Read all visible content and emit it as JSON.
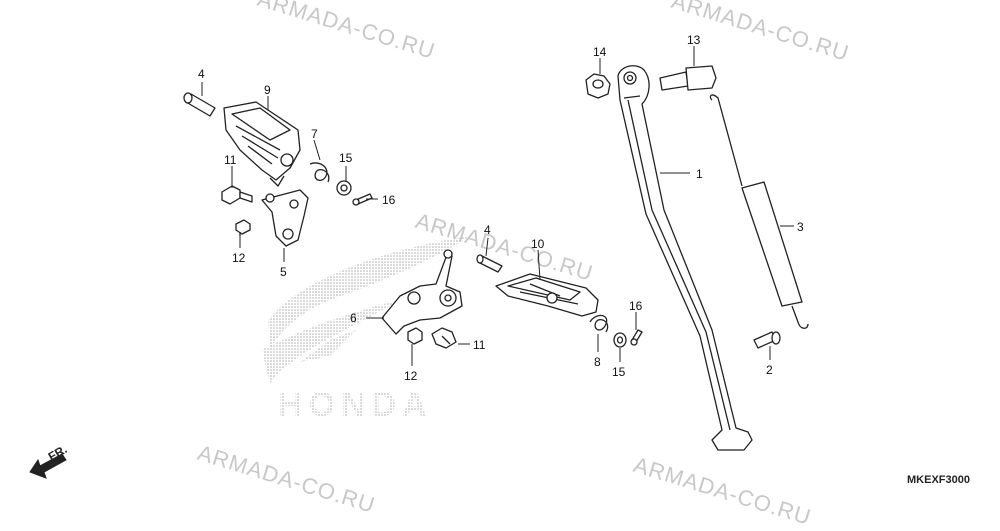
{
  "watermarks": [
    "ARMADA-CO.RU",
    "ARMADA-CO.RU",
    "ARMADA-CO.RU",
    "ARMADA-CO.RU",
    "ARMADA-CO.RU"
  ],
  "logo_text": "HONDA",
  "direction_label": "FR.",
  "diagram_code": "MKEXF3000",
  "callouts": [
    "4",
    "9",
    "7",
    "11",
    "15",
    "16",
    "12",
    "5",
    "4",
    "10",
    "6",
    "11",
    "12",
    "16",
    "8",
    "15",
    "14",
    "13",
    "1",
    "3",
    "2"
  ],
  "colors": {
    "line": "#222222",
    "part_fill": "#ffffff",
    "watermark": "#c8c8c8",
    "logo": "#b8b8b8"
  }
}
